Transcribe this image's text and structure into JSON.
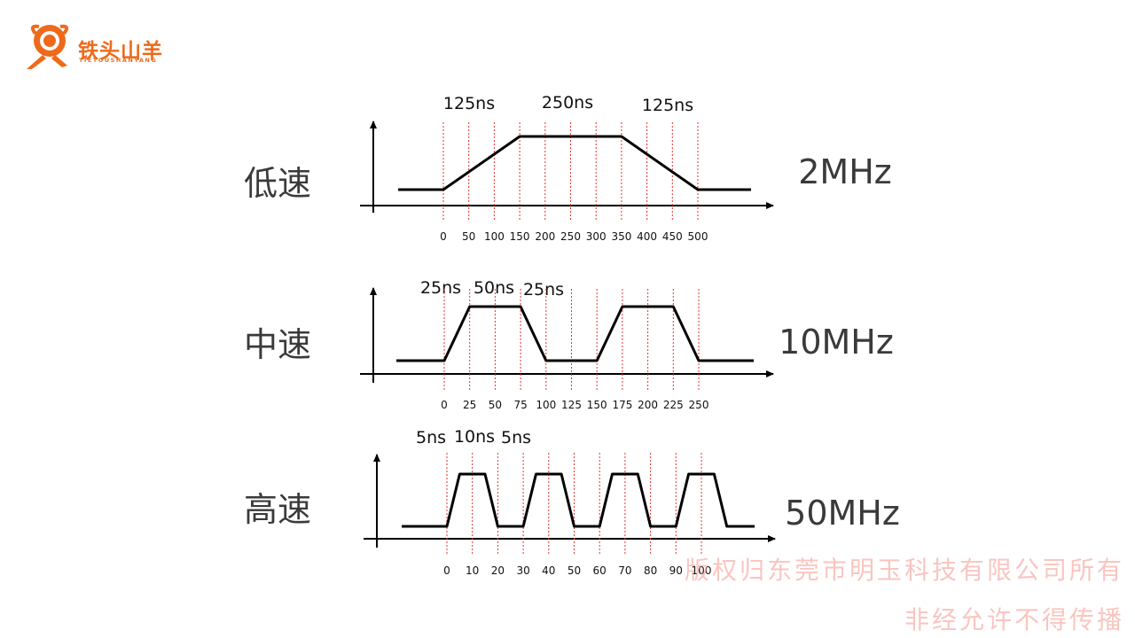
{
  "logo": {
    "name": "铁头山羊",
    "subtitle": "TIETOUSHANYANG",
    "accent": "#ee6a1a"
  },
  "colors": {
    "waveform": "#000000",
    "guide": "#e8322f",
    "axis": "#000000"
  },
  "panels": [
    {
      "speed": "低速",
      "frequency": "2MHz",
      "ticks": [
        "0",
        "50",
        "100",
        "150",
        "200",
        "250",
        "300",
        "350",
        "400",
        "450",
        "500"
      ],
      "durations": [
        "125ns",
        "250ns",
        "125ns"
      ],
      "waveform": [
        {
          "t": 0,
          "level": "low"
        },
        {
          "t": 150,
          "level": "high"
        },
        {
          "t": 350,
          "level": "high"
        },
        {
          "t": 500,
          "level": "low"
        }
      ]
    },
    {
      "speed": "中速",
      "frequency": "10MHz",
      "ticks": [
        "0",
        "25",
        "50",
        "75",
        "100",
        "125",
        "150",
        "175",
        "200",
        "225",
        "250"
      ],
      "durations": [
        "25ns",
        "50ns",
        "25ns"
      ],
      "waveform": [
        {
          "t": 0,
          "level": "low"
        },
        {
          "t": 25,
          "level": "high"
        },
        {
          "t": 75,
          "level": "high"
        },
        {
          "t": 100,
          "level": "low"
        },
        {
          "t": 150,
          "level": "low"
        },
        {
          "t": 175,
          "level": "high"
        },
        {
          "t": 225,
          "level": "high"
        },
        {
          "t": 250,
          "level": "low"
        }
      ]
    },
    {
      "speed": "高速",
      "frequency": "50MHz",
      "ticks": [
        "0",
        "10",
        "20",
        "30",
        "40",
        "50",
        "60",
        "70",
        "80",
        "90",
        "100"
      ],
      "durations": [
        "5ns",
        "10ns",
        "5ns"
      ],
      "waveform": [
        {
          "t": 0,
          "level": "low"
        },
        {
          "t": 5,
          "level": "high"
        },
        {
          "t": 15,
          "level": "high"
        },
        {
          "t": 20,
          "level": "low"
        },
        {
          "t": 30,
          "level": "low"
        },
        {
          "t": 35,
          "level": "high"
        },
        {
          "t": 45,
          "level": "high"
        },
        {
          "t": 50,
          "level": "low"
        },
        {
          "t": 60,
          "level": "low"
        },
        {
          "t": 65,
          "level": "high"
        },
        {
          "t": 75,
          "level": "high"
        },
        {
          "t": 80,
          "level": "low"
        },
        {
          "t": 90,
          "level": "low"
        },
        {
          "t": 95,
          "level": "high"
        },
        {
          "t": 105,
          "level": "high"
        },
        {
          "t": 110,
          "level": "low"
        }
      ]
    }
  ],
  "watermark": {
    "line1": "版权归东莞市明玉科技有限公司所有",
    "line2": "非经允许不得传播"
  }
}
